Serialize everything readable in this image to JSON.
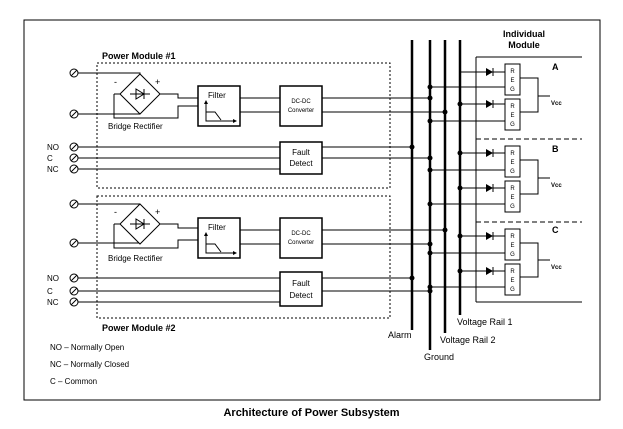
{
  "title": "Architecture of Power Subsystem",
  "modules": [
    {
      "label": "Power Module #1",
      "bridge": "Bridge Rectifier",
      "filter": "Filter",
      "converter": [
        "DC-DC",
        "Converter"
      ],
      "fault": [
        "Fault",
        "Detect"
      ],
      "contacts": [
        "NO",
        "C",
        "NC"
      ],
      "polarity": [
        "-",
        "+"
      ]
    },
    {
      "label": "Power Module #2",
      "bridge": "Bridge Rectifier",
      "filter": "Filter",
      "converter": [
        "DC-DC",
        "Converter"
      ],
      "fault": [
        "Fault",
        "Detect"
      ],
      "contacts": [
        "NO",
        "C",
        "NC"
      ],
      "polarity": [
        "-",
        "+"
      ]
    }
  ],
  "buses": {
    "alarm": "Alarm",
    "ground": "Ground",
    "rail1": "Voltage Rail 1",
    "rail2": "Voltage Rail 2"
  },
  "individual_module": [
    "Individual",
    "Module"
  ],
  "outputs": [
    {
      "name": "A",
      "reg": [
        "R",
        "E",
        "G"
      ],
      "vcc": "Vcc"
    },
    {
      "name": "B",
      "reg": [
        "R",
        "E",
        "G"
      ],
      "vcc": "Vcc"
    },
    {
      "name": "C",
      "reg": [
        "R",
        "E",
        "G"
      ],
      "vcc": "Vcc"
    }
  ],
  "legend": [
    "NO – Normally Open",
    "NC – Normally Closed",
    "C – Common"
  ]
}
